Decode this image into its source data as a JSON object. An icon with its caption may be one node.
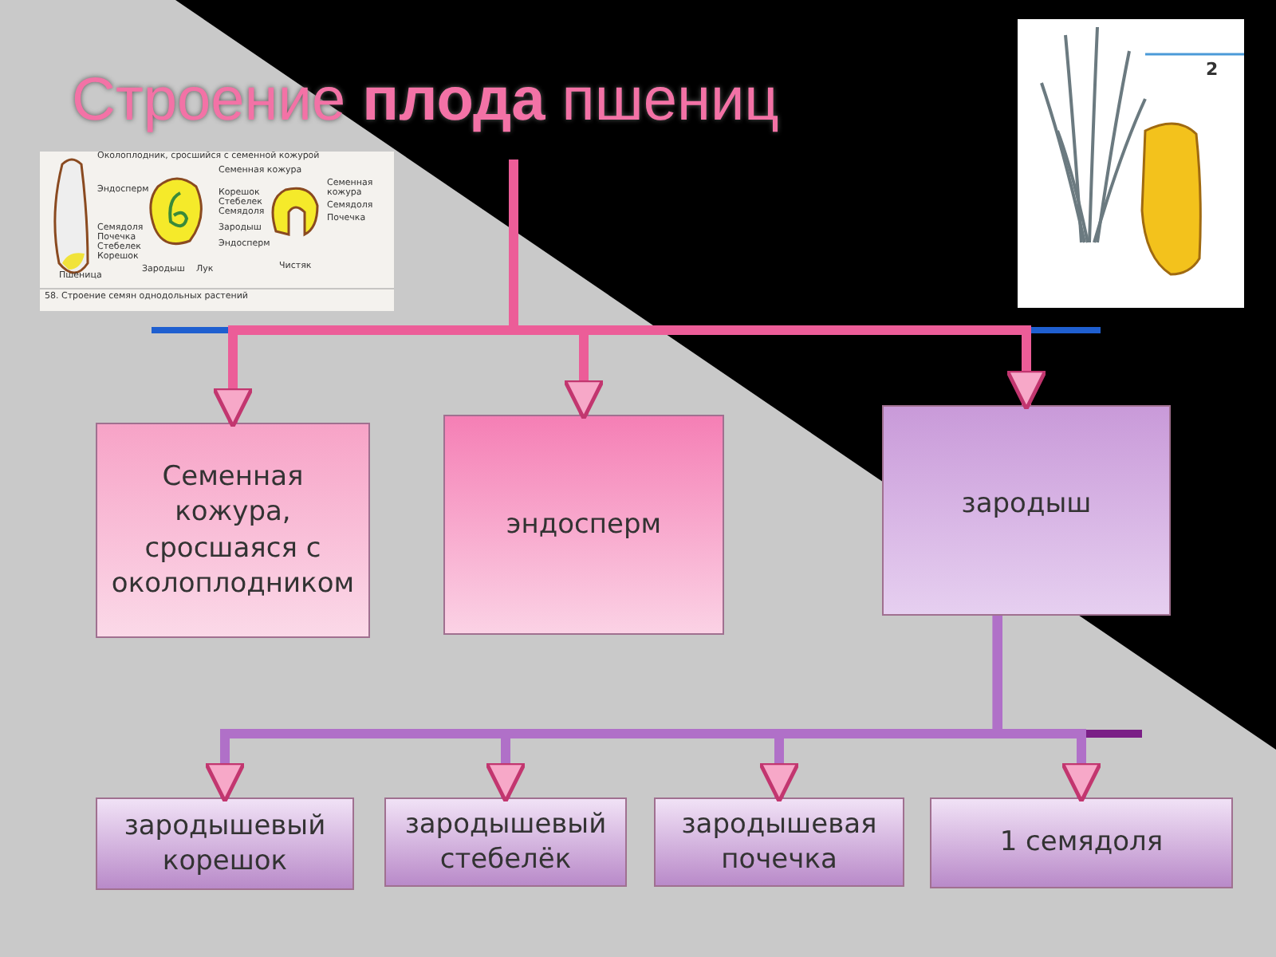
{
  "diagram": {
    "title": "Строение **плода** пшениц",
    "nodes": [
      {
        "text": [
          "Семенная кожура, сросшаяся с околоплодником"
        ]
      },
      {
        "text": [
          "эндосперм"
        ]
      },
      {
        "text": [
          "зародыш"
        ]
      },
      {
        "text": [
          "зародышевый корешок"
        ]
      },
      {
        "text": [
          "зародышевый стебелёк"
        ]
      },
      {
        "text": [
          "зародышевая почечка"
        ]
      },
      {
        "text": [
          "1 семядоля"
        ]
      }
    ],
    "edges": [
      {
        "from": null,
        "to": 0,
        "arrow": "to"
      },
      {
        "from": null,
        "to": 1,
        "arrow": "to"
      },
      {
        "from": null,
        "to": 2,
        "arrow": "to"
      },
      {
        "from": 2,
        "to": 3,
        "arrow": "to"
      },
      {
        "from": 2,
        "to": 4,
        "arrow": "to"
      },
      {
        "from": 2,
        "to": 5,
        "arrow": "to"
      },
      {
        "from": 2,
        "to": 6,
        "arrow": "to"
      }
    ],
    "labels": [
      "Околоплодник, сросшийся с семенной кожурой",
      "Семенная кожура",
      "Эндосперм",
      "Корешок",
      "Семенная кожура",
      "Стебелек",
      "Семядоля",
      "Семядоля",
      "Почечка",
      "Почечка",
      "Стебелек",
      "Семядоля",
      "Корешок",
      "Зародыш",
      "Зародыш",
      "Эндосперм",
      "Пшеница",
      "Лук",
      "Чистяк",
      "58. Строение семян однодольных растений",
      "2"
    ]
  }
}
